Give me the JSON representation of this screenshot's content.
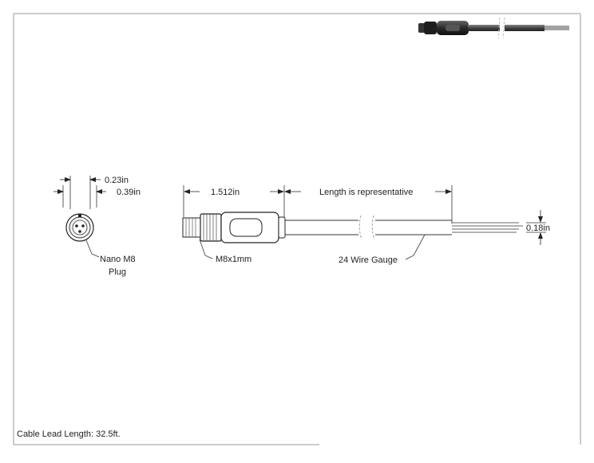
{
  "drawing": {
    "dim_width_small": "0.23in",
    "dim_width_large": "0.39in",
    "connector_label_line1": "Nano M8",
    "connector_label_line2": "Plug",
    "dim_body_length": "1.512in",
    "dim_length_note": "Length is representative",
    "dim_cable_diameter": "0.18in",
    "thread_label": "M8x1mm",
    "wire_gauge_label": "24 Wire Gauge",
    "footer_note": "Cable Lead Length: 32.5ft."
  },
  "colors": {
    "line": "#333333",
    "cable": "#555555",
    "body_dark": "#2a2a2a"
  }
}
